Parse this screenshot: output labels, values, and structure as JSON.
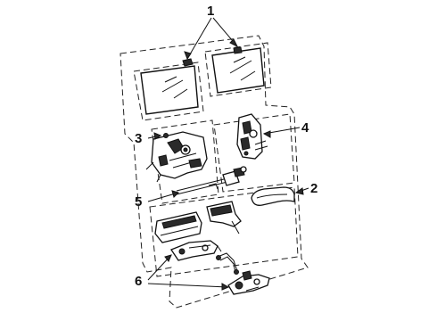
{
  "diagram": {
    "callouts": [
      {
        "id": "1",
        "text": "1"
      },
      {
        "id": "2",
        "text": "2"
      },
      {
        "id": "3",
        "text": "3"
      },
      {
        "id": "4",
        "text": "4"
      },
      {
        "id": "5",
        "text": "5"
      },
      {
        "id": "6",
        "text": "6"
      }
    ],
    "parts": [
      "door-glass-front",
      "door-glass-rear",
      "door-lock-actuator",
      "latch-assembly",
      "lock-rod-cylinder",
      "outside-handle",
      "inside-handle-bezel",
      "inside-handle-bracket",
      "hinge-link-upper",
      "hinge-link-lower",
      "connecting-rod"
    ]
  }
}
